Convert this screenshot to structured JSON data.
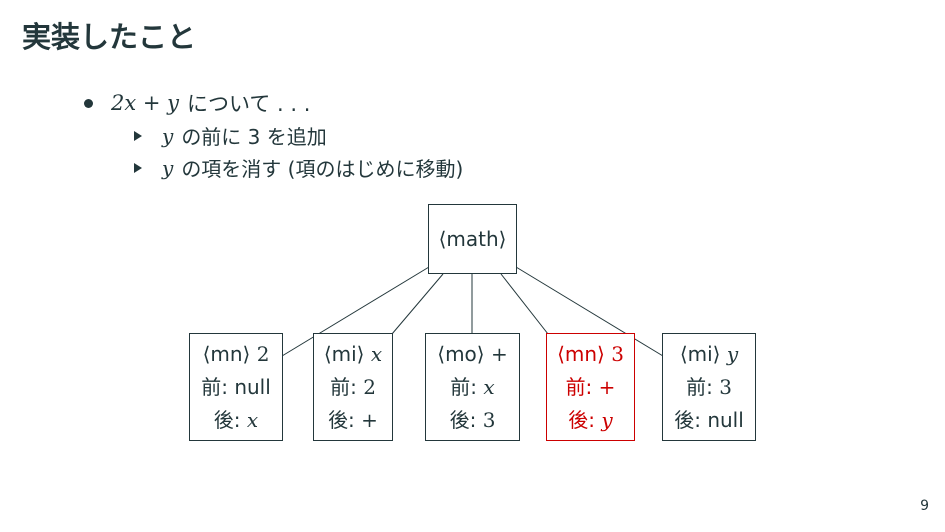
{
  "slide": {
    "title": "実装したこと",
    "page_number": "9"
  },
  "bullets": {
    "main": {
      "math": "2x + y",
      "text": " について . . ."
    },
    "sub1": {
      "math": "y",
      "text": " の前に 3 を追加"
    },
    "sub2": {
      "math": "y",
      "text": " の項を消す (項のはじめに移動)"
    }
  },
  "tree": {
    "root": {
      "label": "⟨math⟩"
    },
    "nodes": [
      {
        "tag": "⟨mn⟩",
        "value": "2",
        "prev_label": "前:",
        "prev": "null",
        "next_label": "後:",
        "next": "x",
        "highlight": false
      },
      {
        "tag": "⟨mi⟩",
        "value": "x",
        "prev_label": "前:",
        "prev": "2",
        "next_label": "後:",
        "next": "+",
        "highlight": false
      },
      {
        "tag": "⟨mo⟩",
        "value": "+",
        "prev_label": "前:",
        "prev": "x",
        "next_label": "後:",
        "next": "3",
        "highlight": false
      },
      {
        "tag": "⟨mn⟩",
        "value": "3",
        "prev_label": "前:",
        "prev": "+",
        "next_label": "後:",
        "next": "y",
        "highlight": true
      },
      {
        "tag": "⟨mi⟩",
        "value": "y",
        "prev_label": "前:",
        "prev": "3",
        "next_label": "後:",
        "next": "null",
        "highlight": false
      }
    ],
    "colors": {
      "normal": "#23373b",
      "highlight": "#cc0000"
    }
  }
}
